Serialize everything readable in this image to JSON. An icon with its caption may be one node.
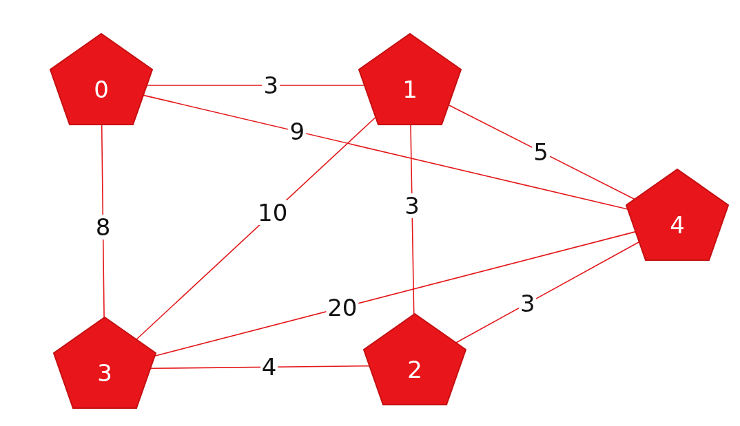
{
  "diagram": {
    "nodes": [
      {
        "text": [
          "0"
        ]
      },
      {
        "text": [
          "1"
        ]
      },
      {
        "text": [
          "2"
        ]
      },
      {
        "text": [
          "3"
        ]
      },
      {
        "text": [
          "4"
        ]
      }
    ],
    "edges": [
      {
        "from": 0,
        "to": 1,
        "arrow": "none",
        "label": "3"
      },
      {
        "from": 0,
        "to": 4,
        "arrow": "none",
        "label": "9"
      },
      {
        "from": 1,
        "to": 4,
        "arrow": "none",
        "label": "5"
      },
      {
        "from": 0,
        "to": 3,
        "arrow": "none",
        "label": "8"
      },
      {
        "from": 1,
        "to": 3,
        "arrow": "none",
        "label": "10"
      },
      {
        "from": 1,
        "to": 2,
        "arrow": "none",
        "label": "3"
      },
      {
        "from": 3,
        "to": 4,
        "arrow": "none",
        "label": "20"
      },
      {
        "from": 2,
        "to": 4,
        "arrow": "none",
        "label": "3"
      },
      {
        "from": 3,
        "to": 2,
        "arrow": "none",
        "label": "4"
      }
    ]
  }
}
